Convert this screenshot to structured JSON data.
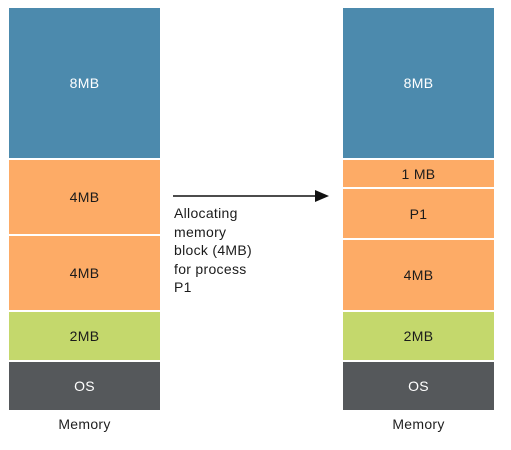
{
  "left_memory": {
    "blocks": [
      {
        "label": "8MB",
        "color": "#4c8aad"
      },
      {
        "label": "4MB",
        "color": "#fdab66"
      },
      {
        "label": "4MB",
        "color": "#fdab66"
      },
      {
        "label": "2MB",
        "color": "#c4d86c"
      },
      {
        "label": "OS",
        "color": "#55585b"
      }
    ],
    "caption": "Memory"
  },
  "right_memory": {
    "blocks": [
      {
        "label": "8MB",
        "color": "#4c8aad"
      },
      {
        "label": "1 MB",
        "color": "#fdab66"
      },
      {
        "label": "P1",
        "color": "#fdab66"
      },
      {
        "label": "4MB",
        "color": "#fdab66"
      },
      {
        "label": "2MB",
        "color": "#c4d86c"
      },
      {
        "label": "OS",
        "color": "#55585b"
      }
    ],
    "caption": "Memory"
  },
  "transition": {
    "text": "Allocating\nmemory\nblock (4MB)\nfor process\nP1"
  }
}
